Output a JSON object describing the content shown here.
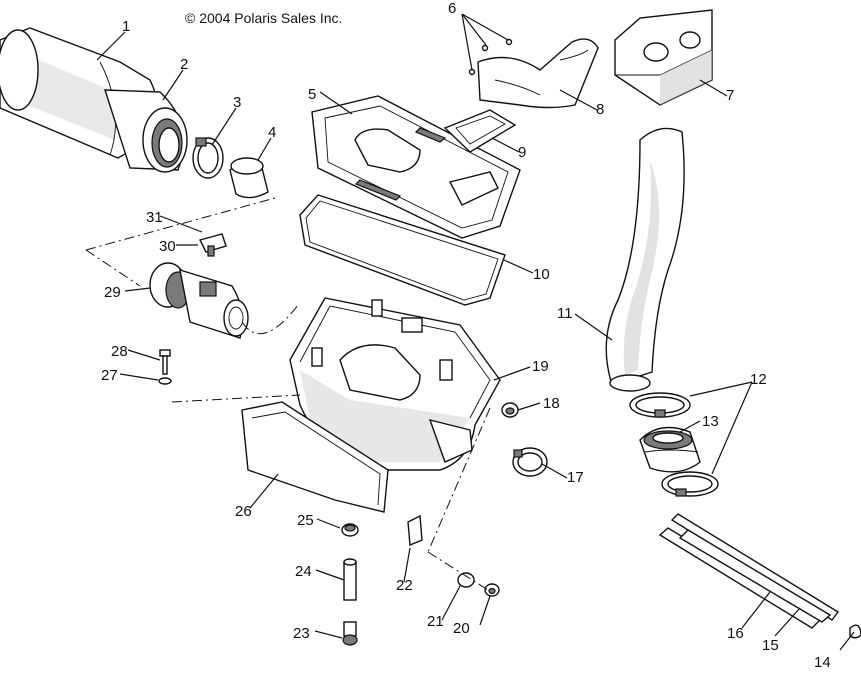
{
  "copyright": "© 2004 Polaris Sales Inc.",
  "callouts": [
    "1",
    "2",
    "3",
    "4",
    "5",
    "6",
    "7",
    "8",
    "9",
    "10",
    "11",
    "12",
    "13",
    "14",
    "15",
    "16",
    "17",
    "18",
    "19",
    "20",
    "21",
    "22",
    "23",
    "24",
    "25",
    "26",
    "27",
    "28",
    "29",
    "30",
    "31"
  ],
  "colors": {
    "line": "#111111",
    "background": "#ffffff",
    "shade": "#cfcfcf"
  }
}
